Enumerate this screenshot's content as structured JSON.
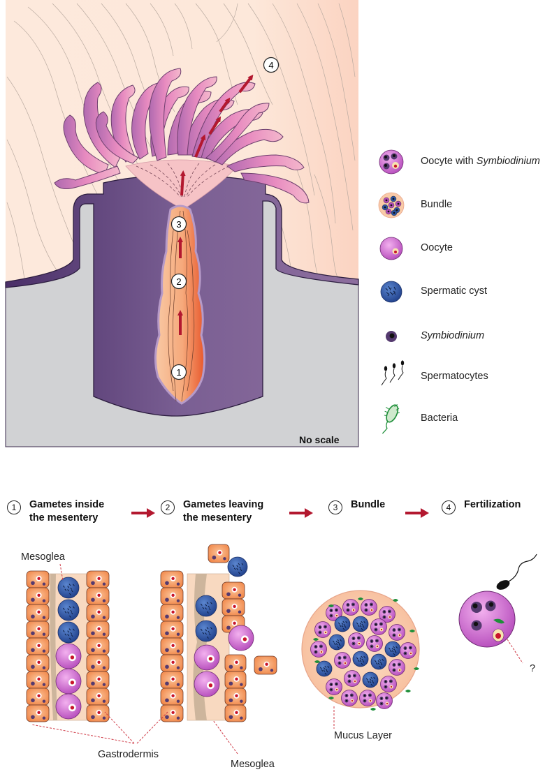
{
  "top_panel": {
    "no_scale_label": "No scale",
    "markers": [
      "1",
      "2",
      "3",
      "4"
    ]
  },
  "legend": [
    {
      "icon": "oocyte-symbiodinium-icon",
      "prefix": "Oocyte with ",
      "italic": "Symbiodinium"
    },
    {
      "icon": "bundle-icon",
      "prefix": "Bundle",
      "italic": ""
    },
    {
      "icon": "oocyte-icon",
      "prefix": "Oocyte",
      "italic": ""
    },
    {
      "icon": "spermatic-cyst-icon",
      "prefix": "Spermatic cyst",
      "italic": ""
    },
    {
      "icon": "symbiodinium-icon",
      "prefix": "",
      "italic": "Symbiodinium"
    },
    {
      "icon": "spermatocytes-icon",
      "prefix": "Spermatocytes",
      "italic": ""
    },
    {
      "icon": "bacteria-icon",
      "prefix": "Bacteria",
      "italic": ""
    }
  ],
  "steps": [
    {
      "num": "1",
      "line1": "Gametes inside",
      "line2": "the mesentery"
    },
    {
      "num": "2",
      "line1": "Gametes leaving",
      "line2": "the mesentery"
    },
    {
      "num": "3",
      "line1": "Bundle",
      "line2": ""
    },
    {
      "num": "4",
      "line1": "Fertilization",
      "line2": ""
    }
  ],
  "bottom_labels": {
    "mesoglea_top": "Mesoglea",
    "gastrodermis": "Gastrodermis",
    "mesoglea_bottom": "Mesoglea",
    "mucus_layer": "Mucus Layer",
    "question": "?"
  },
  "colors": {
    "arrow_red": "#b3182f",
    "polyp_purple": "#6a4d83",
    "oocyte_pink": "#c25ec6",
    "symbiodinium": "#553a6f",
    "spermatic_cyst": "#2d55a5",
    "bacteria_green": "#1f8f3a",
    "rock_gray": "#d1d2d4",
    "water_peach": "#fde3d2"
  }
}
